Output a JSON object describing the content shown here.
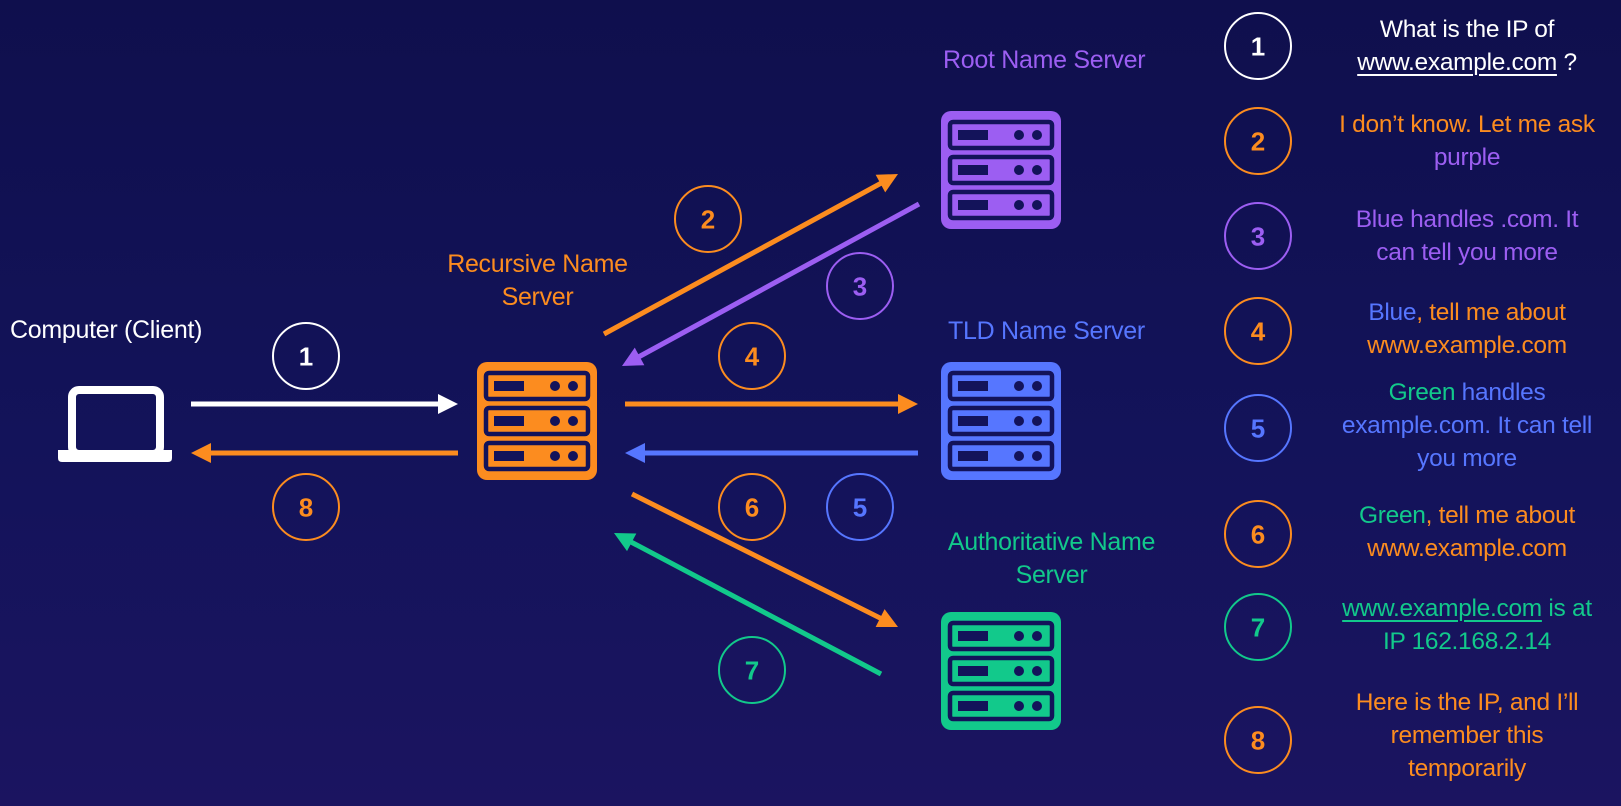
{
  "colors": {
    "white": "#ffffff",
    "orange": "#fc8c1f",
    "purple": "#9c5ef2",
    "blue": "#5676ff",
    "green": "#12c98b"
  },
  "nodes": {
    "client": {
      "label": "Computer (Client)",
      "icon": "laptop-icon"
    },
    "recursive": {
      "label_line1": "Recursive Name",
      "label_line2": "Server",
      "icon": "server-icon"
    },
    "root": {
      "label": "Root Name Server",
      "icon": "server-icon"
    },
    "tld": {
      "label": "TLD Name Server",
      "icon": "server-icon"
    },
    "authoritative": {
      "label_line1": "Authoritative Name",
      "label_line2": "Server",
      "icon": "server-icon"
    }
  },
  "arrow_numbers": [
    "1",
    "2",
    "3",
    "4",
    "5",
    "6",
    "7",
    "8"
  ],
  "legend": [
    {
      "num": "1",
      "l1": "What is the IP of",
      "l2_link": "www.example.com",
      "l2_rest": " ?"
    },
    {
      "num": "2",
      "l1": "I don’t know. Let me ask",
      "l2": "purple"
    },
    {
      "num": "3",
      "l1": "Blue handles .com. It",
      "l2": "can tell you more"
    },
    {
      "num": "4",
      "l1a": "Blue",
      "l1b": ", tell me about",
      "l2": "www.example.com"
    },
    {
      "num": "5",
      "l1a": "Green",
      "l1b": " handles",
      "l2": "example.com. It can tell",
      "l3": "you more"
    },
    {
      "num": "6",
      "l1a": "Green",
      "l1b": ", tell me about",
      "l2": "www.example.com"
    },
    {
      "num": "7",
      "l1_link": "www.example.com",
      "l1_rest": " is at",
      "l2": "IP 162.168.2.14"
    },
    {
      "num": "8",
      "l1": "Here is the IP, and I’ll",
      "l2": "remember this",
      "l3": "temporarily"
    }
  ]
}
